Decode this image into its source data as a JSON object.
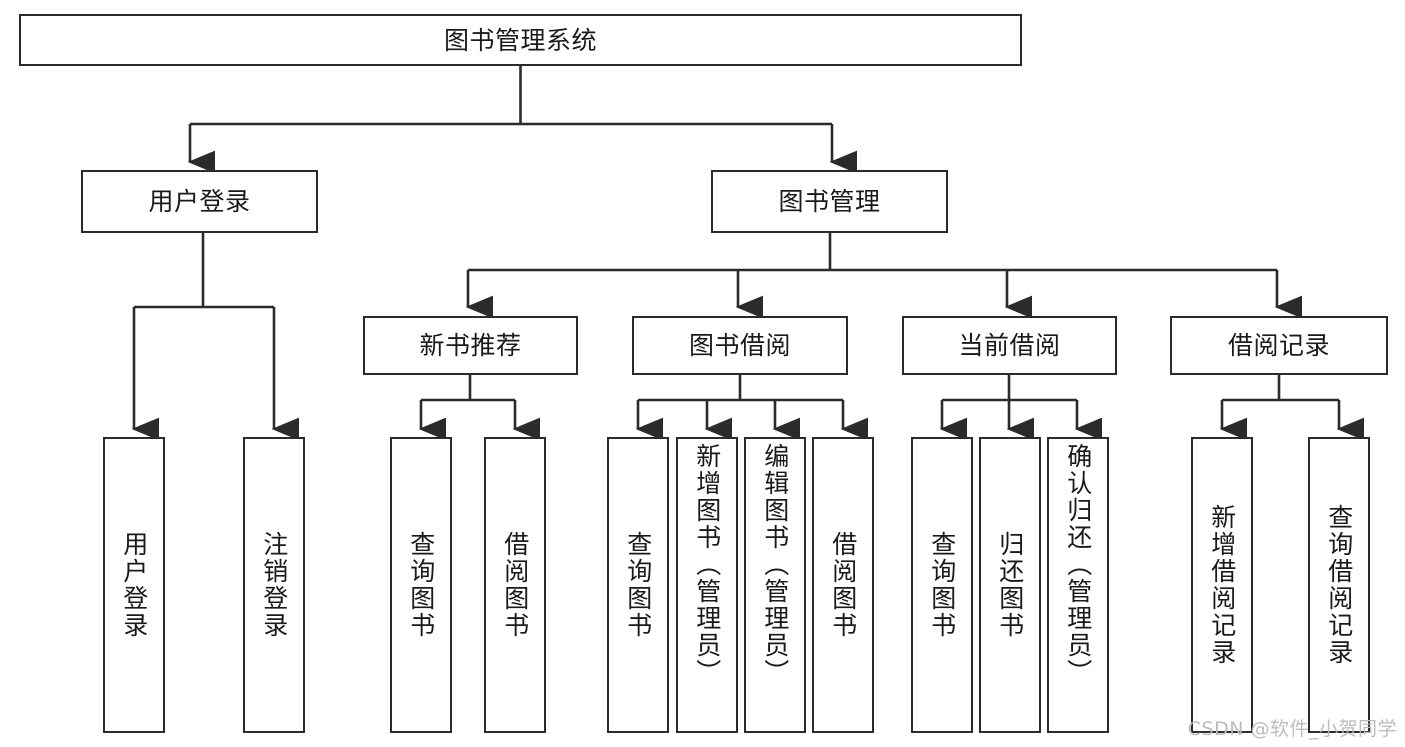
{
  "diagram": {
    "type": "tree-hierarchy",
    "title": "图书管理系统",
    "watermark": "CSDN @软件_小贺同学",
    "colors": {
      "box_border": "#2b2b2b",
      "box_fill": "#ffffff",
      "connector": "#2b2b2b",
      "text": "#1a1a1a",
      "watermark": "#b9b9b9"
    },
    "levels": {
      "root": [
        "图书管理系统"
      ],
      "level2": [
        "用户登录",
        "图书管理"
      ],
      "level3": [
        "新书推荐",
        "图书借阅",
        "当前借阅",
        "借阅记录"
      ],
      "leaves": [
        "用户登录",
        "注销登录",
        "查询图书",
        "借阅图书",
        "查询图书",
        "新增图书（管理员）",
        "编辑图书（管理员）",
        "借阅图书",
        "查询图书",
        "归还图书",
        "确认归还（管理员）",
        "新增借阅记录",
        "查询借阅记录"
      ]
    },
    "nodes": {
      "root": {
        "label": "图书管理系统"
      },
      "user_login": {
        "label": "用户登录"
      },
      "book_mgmt": {
        "label": "图书管理"
      },
      "new_book_rec": {
        "label": "新书推荐"
      },
      "book_borrow": {
        "label": "图书借阅"
      },
      "current_borrow": {
        "label": "当前借阅"
      },
      "borrow_record": {
        "label": "借阅记录"
      },
      "leaf_user_login": {
        "label": "用户登录"
      },
      "leaf_user_logout": {
        "label": "注销登录"
      },
      "leaf_nbr_query": {
        "label": "查询图书"
      },
      "leaf_nbr_borrow": {
        "label": "借阅图书"
      },
      "leaf_bb_query": {
        "label": "查询图书"
      },
      "leaf_bb_add": {
        "label": "新增图书（管理员）"
      },
      "leaf_bb_edit": {
        "label": "编辑图书（管理员）"
      },
      "leaf_bb_borrow": {
        "label": "借阅图书"
      },
      "leaf_cb_query": {
        "label": "查询图书"
      },
      "leaf_cb_return": {
        "label": "归还图书"
      },
      "leaf_cb_confirm": {
        "label": "确认归还（管理员）"
      },
      "leaf_br_add": {
        "label": "新增借阅记录"
      },
      "leaf_br_query": {
        "label": "查询借阅记录"
      }
    }
  }
}
